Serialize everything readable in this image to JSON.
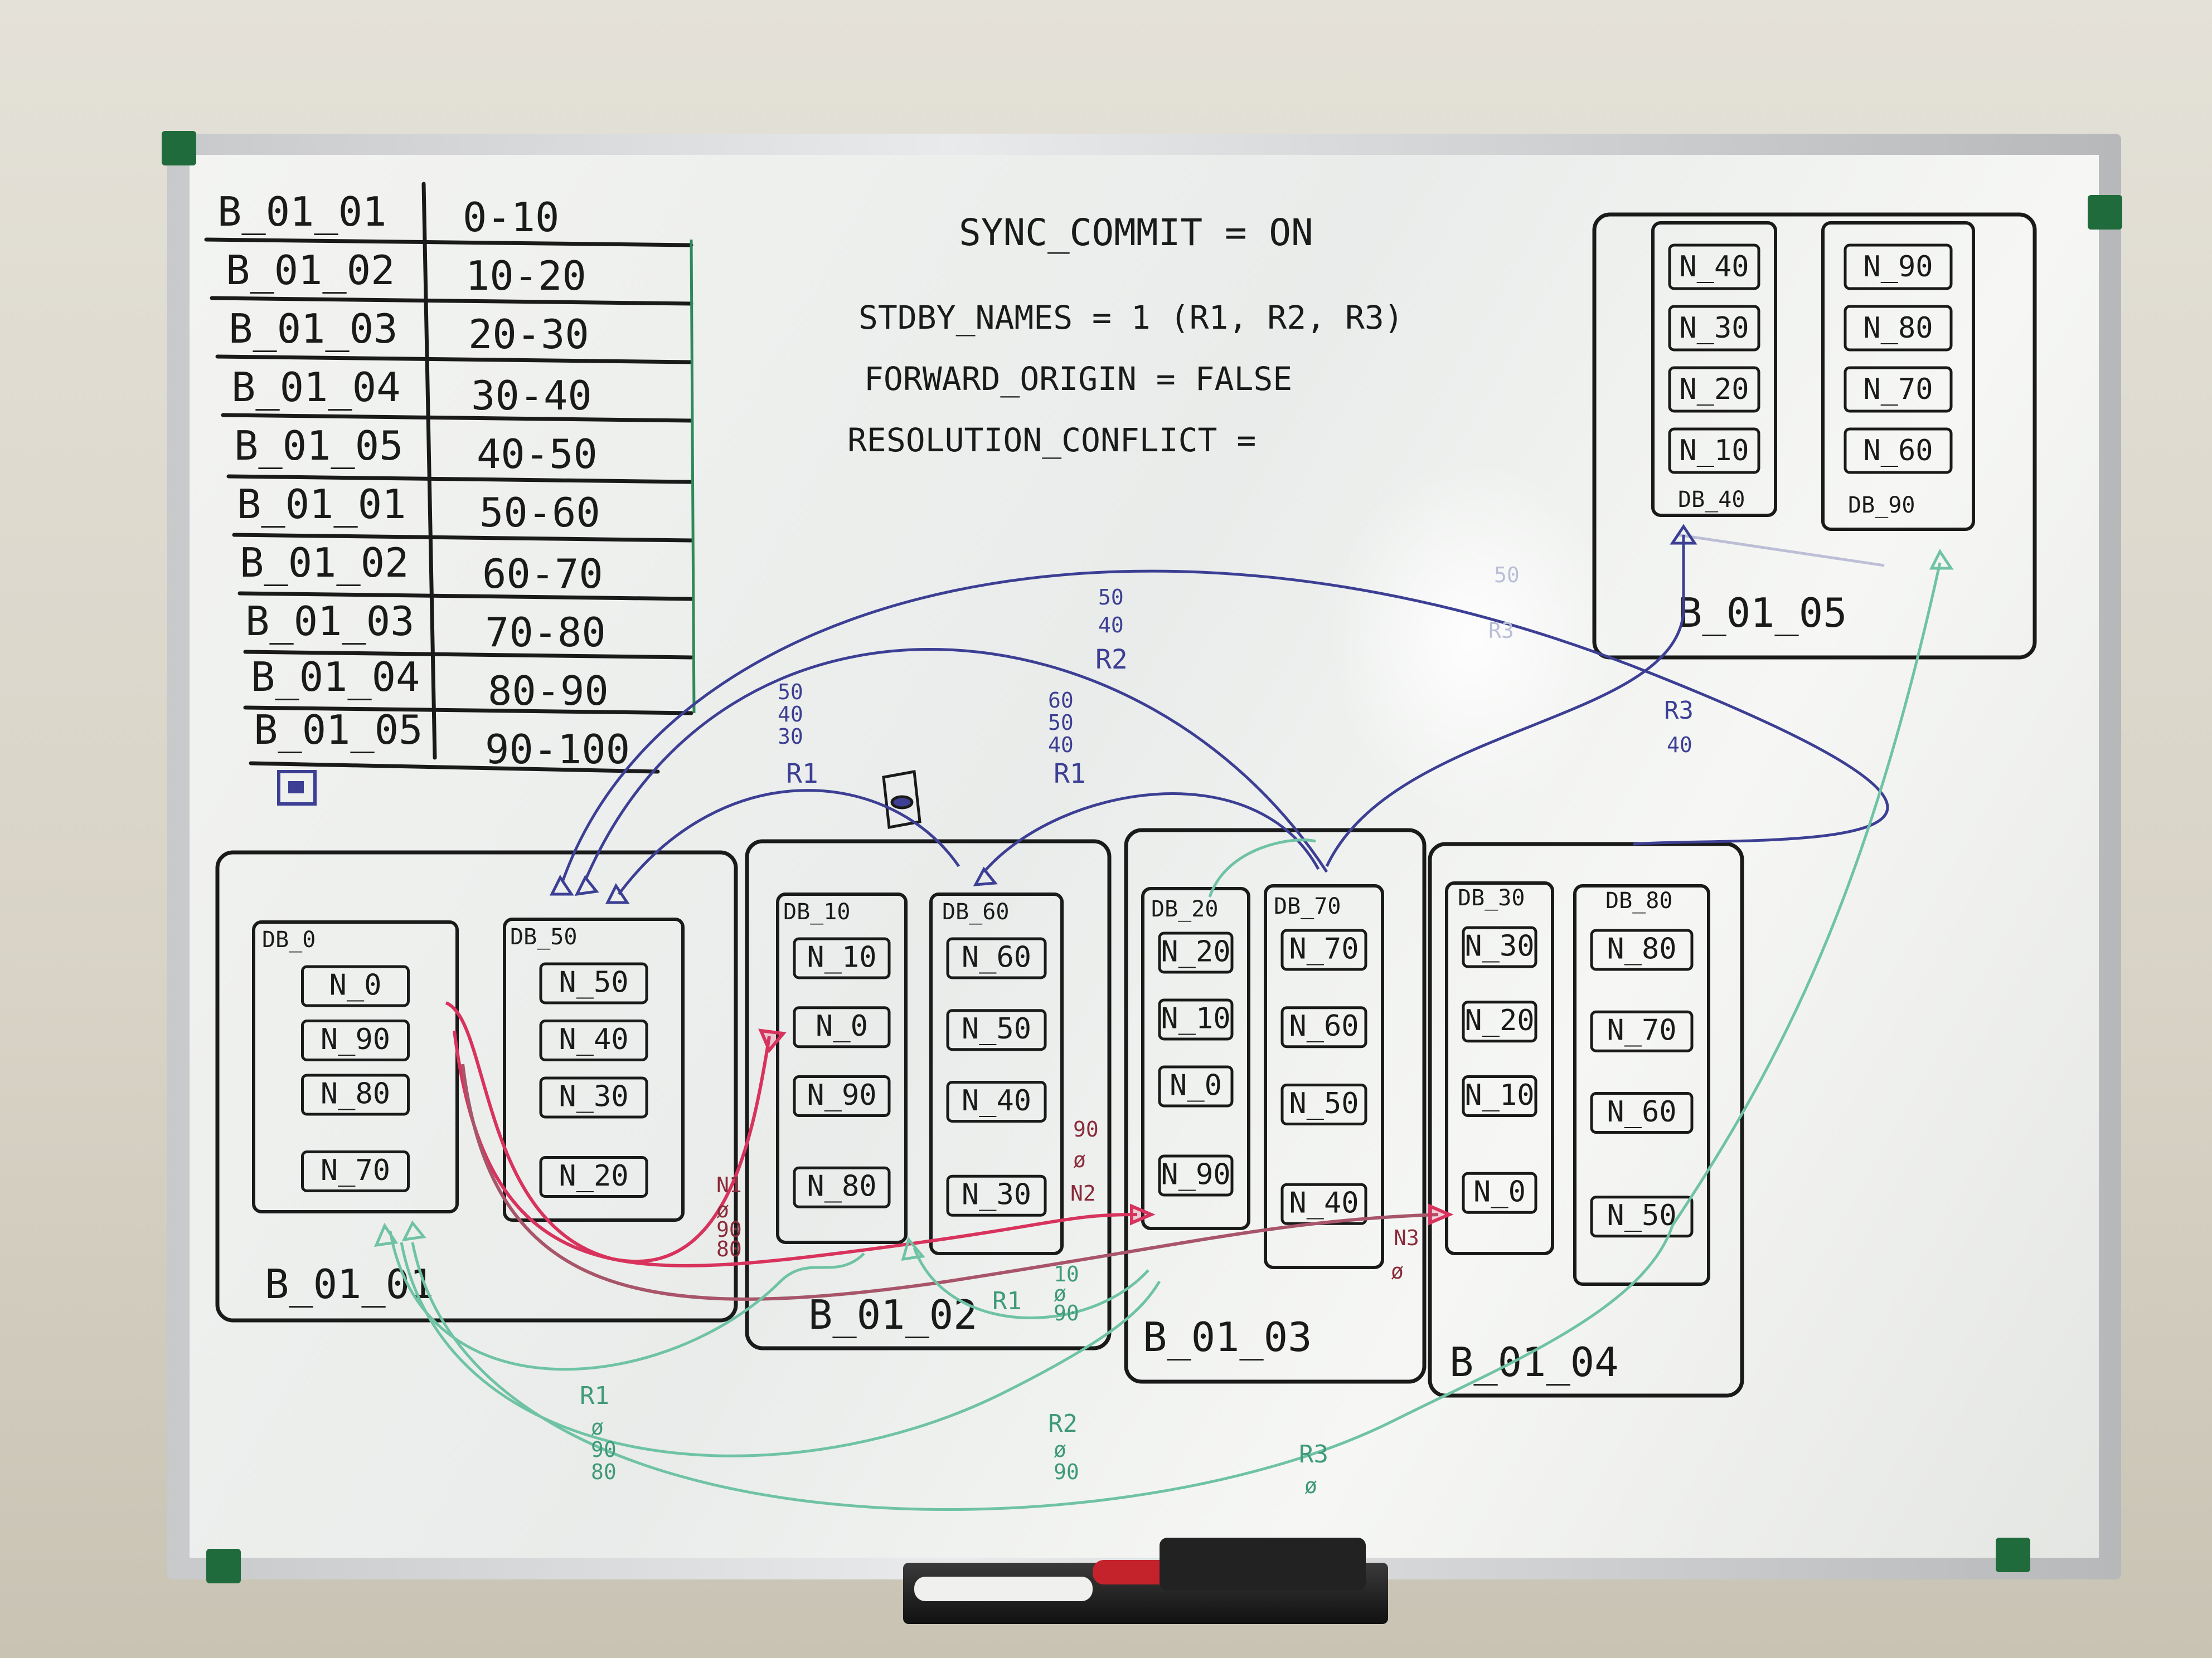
{
  "range_table": {
    "rows": [
      {
        "bucket": "B_01_01",
        "range": "0-10"
      },
      {
        "bucket": "B_01_02",
        "range": "10-20"
      },
      {
        "bucket": "B_01_03",
        "range": "20-30"
      },
      {
        "bucket": "B_01_04",
        "range": "30-40"
      },
      {
        "bucket": "B_01_05",
        "range": "40-50"
      },
      {
        "bucket": "B_01_01",
        "range": "50-60"
      },
      {
        "bucket": "B_01_02",
        "range": "60-70"
      },
      {
        "bucket": "B_01_03",
        "range": "70-80"
      },
      {
        "bucket": "B_01_04",
        "range": "80-90"
      },
      {
        "bucket": "B_01_05",
        "range": "90-100"
      }
    ]
  },
  "settings": {
    "sync_commit": "SYNC_COMMIT = ON",
    "standby_names": "STDBY_NAMES = 1 (R1, R2, R3)",
    "forward_origin": "FORWARD_ORIGIN = FALSE",
    "resolution_conflict": "RESOLUTION_CONFLICT ="
  },
  "nodes": [
    {
      "name": "B_01_01",
      "dbs": [
        {
          "name": "DB_0",
          "items": [
            "N_0",
            "N_90",
            "N_80",
            "N_70"
          ]
        },
        {
          "name": "DB_50",
          "items": [
            "N_50",
            "N_40",
            "N_30",
            "N_20"
          ]
        }
      ]
    },
    {
      "name": "B_01_02",
      "dbs": [
        {
          "name": "DB_10",
          "items": [
            "N_10",
            "N_0",
            "N_90",
            "N_80"
          ]
        },
        {
          "name": "DB_60",
          "items": [
            "N_60",
            "N_50",
            "N_40",
            "N_30"
          ]
        }
      ]
    },
    {
      "name": "B_01_03",
      "dbs": [
        {
          "name": "DB_20",
          "items": [
            "N_20",
            "N_10",
            "N_0",
            "N_90"
          ]
        },
        {
          "name": "DB_70",
          "items": [
            "N_70",
            "N_60",
            "N_50",
            "N_40"
          ]
        }
      ]
    },
    {
      "name": "B_01_04",
      "dbs": [
        {
          "name": "DB_30",
          "items": [
            "N_30",
            "N_20",
            "N_10",
            "N_0"
          ]
        },
        {
          "name": "DB_80",
          "items": [
            "N_80",
            "N_70",
            "N_60",
            "N_50"
          ]
        }
      ]
    },
    {
      "name": "B_01_05",
      "dbs": [
        {
          "name": "DB_40",
          "items": [
            "N_40",
            "N_30",
            "N_20",
            "N_10"
          ]
        },
        {
          "name": "DB_90",
          "items": [
            "N_90",
            "N_80",
            "N_70",
            "N_60"
          ]
        }
      ]
    }
  ],
  "annotations": {
    "blue_r1_left": {
      "label": "R1",
      "values": [
        "50",
        "40",
        "30"
      ]
    },
    "blue_r2": {
      "label": "R2",
      "values": [
        "50",
        "40"
      ]
    },
    "blue_r1_mid": {
      "label": "R1",
      "values": [
        "60",
        "50",
        "40"
      ]
    },
    "blue_r3": {
      "label": "R3",
      "values": [
        "40"
      ]
    },
    "faint_r3": {
      "label": "R3",
      "values": [
        "50"
      ]
    },
    "red_n1": {
      "label": "N1",
      "values": [
        "ø",
        "90",
        "80"
      ]
    },
    "red_n2": {
      "label": "N2",
      "values": [
        "90",
        "ø"
      ]
    },
    "red_n3": {
      "label": "N3",
      "values": [
        "ø"
      ]
    },
    "green_r1_a": {
      "label": "R1",
      "values": [
        "ø",
        "90",
        "80"
      ]
    },
    "green_r1_b": {
      "label": "R1",
      "values": [
        "10",
        "ø",
        "90"
      ]
    },
    "green_r2": {
      "label": "R2",
      "values": [
        "ø",
        "90"
      ]
    },
    "green_r3": {
      "label": "R3",
      "values": [
        "ø"
      ]
    }
  },
  "colors": {
    "ink": "#1a1a1a",
    "blue": "#3c3f93",
    "red": "#d8335d",
    "green": "#6fc3a4",
    "maroon": "#8a2b3a"
  },
  "icons": [
    "square-glyph-icon",
    "pin-glyph-icon"
  ]
}
